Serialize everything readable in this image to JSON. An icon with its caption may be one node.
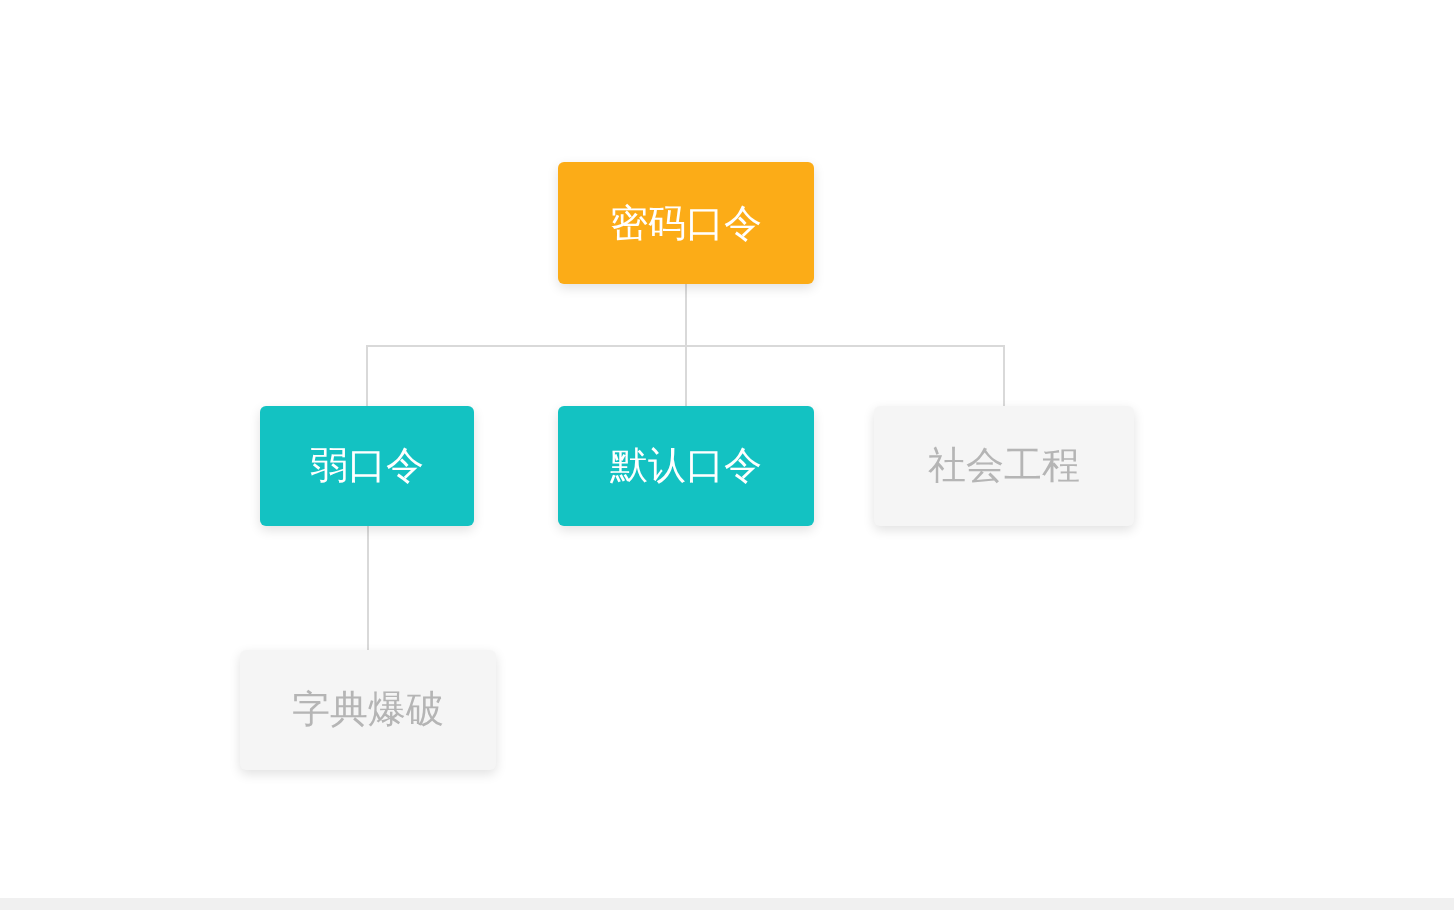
{
  "diagram": {
    "nodes": [
      {
        "text": [
          "密码口令"
        ]
      },
      {
        "text": [
          "弱口令"
        ]
      },
      {
        "text": [
          "默认口令"
        ]
      },
      {
        "text": [
          "社会工程"
        ]
      },
      {
        "text": [
          "字典爆破"
        ]
      }
    ],
    "edges": [
      {
        "from": 0,
        "to": 1,
        "arrow": "none"
      },
      {
        "from": 0,
        "to": 2,
        "arrow": "none"
      },
      {
        "from": 0,
        "to": 3,
        "arrow": "none"
      },
      {
        "from": 1,
        "to": 4,
        "arrow": "none"
      }
    ]
  }
}
